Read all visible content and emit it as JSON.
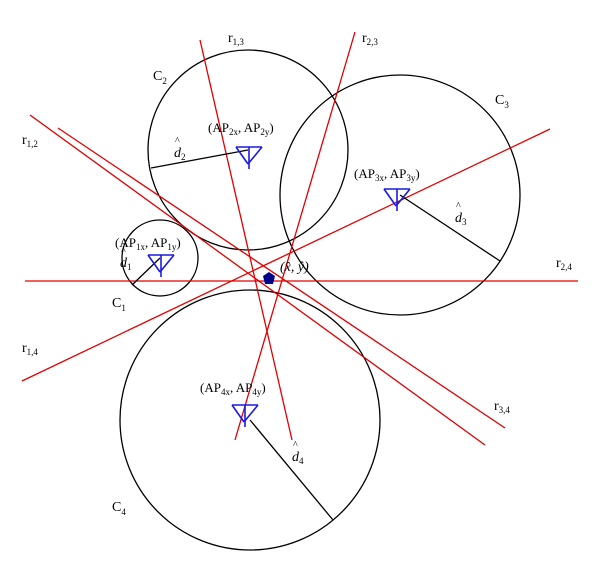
{
  "diagram": {
    "circles": [
      {
        "id": "C1",
        "label": "C",
        "sub": "1"
      },
      {
        "id": "C2",
        "label": "C",
        "sub": "2"
      },
      {
        "id": "C3",
        "label": "C",
        "sub": "3"
      },
      {
        "id": "C4",
        "label": "C",
        "sub": "4"
      }
    ],
    "radical_lines": [
      {
        "id": "r13",
        "label": "r",
        "sub": "1,3"
      },
      {
        "id": "r23",
        "label": "r",
        "sub": "2,3"
      },
      {
        "id": "r12",
        "label": "r",
        "sub": "1,2"
      },
      {
        "id": "r24",
        "label": "r",
        "sub": "2,4"
      },
      {
        "id": "r14",
        "label": "r",
        "sub": "1,4"
      },
      {
        "id": "r34",
        "label": "r",
        "sub": "3,4"
      }
    ],
    "distances": [
      {
        "id": "d1",
        "label": "d",
        "sub": "1"
      },
      {
        "id": "d2",
        "label": "d",
        "sub": "2"
      },
      {
        "id": "d3",
        "label": "d",
        "sub": "3"
      },
      {
        "id": "d4",
        "label": "d",
        "sub": "4"
      }
    ],
    "access_points": [
      {
        "id": "AP1",
        "open": "(AP",
        "sx": "1x",
        "mid": ", AP",
        "sy": "1y",
        "close": ")"
      },
      {
        "id": "AP2",
        "open": "(AP",
        "sx": "2x",
        "mid": ", AP",
        "sy": "2y",
        "close": ")"
      },
      {
        "id": "AP3",
        "open": "(AP",
        "sx": "3x",
        "mid": ", AP",
        "sy": "3y",
        "close": ")"
      },
      {
        "id": "AP4",
        "open": "(AP",
        "sx": "4x",
        "mid": ", AP",
        "sy": "4y",
        "close": ")"
      }
    ],
    "estimate": {
      "label": "(x̂, ŷ)"
    },
    "colors": {
      "circle": "#000000",
      "radical_line": "#e00000",
      "antenna": "#1a1adf",
      "estimate": "#00008b"
    }
  }
}
